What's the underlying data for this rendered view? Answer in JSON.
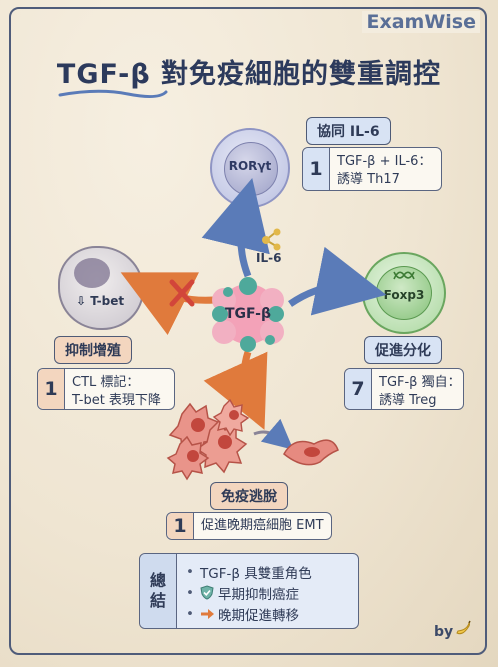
{
  "brand": "ExamWise",
  "title": "TGF-β 對免疫細胞的雙重調控",
  "center": {
    "label": "TGF-β",
    "intermediate": "IL-6"
  },
  "cells": {
    "th17": "RORγt",
    "th1": "T-bet",
    "treg": "Foxp3"
  },
  "th17_panel": {
    "label": "協同 IL-6",
    "number": "1",
    "line1": "TGF-β + IL-6：",
    "line2": "誘導 Th17"
  },
  "inhibit_panel": {
    "label": "抑制增殖",
    "number": "1",
    "line1": "CTL 標記：",
    "line2": "T-bet 表現下降"
  },
  "treg_panel": {
    "label": "促進分化",
    "number": "7",
    "line1": "TGF-β 獨自：",
    "line2": "誘導 Treg"
  },
  "evasion_panel": {
    "label": "免疫逃脫",
    "number": "1",
    "line1": "促進晚期癌細胞 EMT"
  },
  "summary": {
    "head_1": "總",
    "head_2": "結",
    "items": [
      {
        "text": "TGF-β 具雙重角色",
        "icon": "bullet-dot"
      },
      {
        "text": "早期抑制癌症",
        "icon": "shield-check-icon"
      },
      {
        "text": "晚期促進轉移",
        "icon": "orange-arrow-icon"
      }
    ]
  },
  "byline": "by",
  "colors": {
    "blue": "#5a7bb8",
    "orange": "#e07a3c",
    "green": "#7cc47a",
    "pink": "#e88aa5",
    "teal": "#4ea99b"
  }
}
